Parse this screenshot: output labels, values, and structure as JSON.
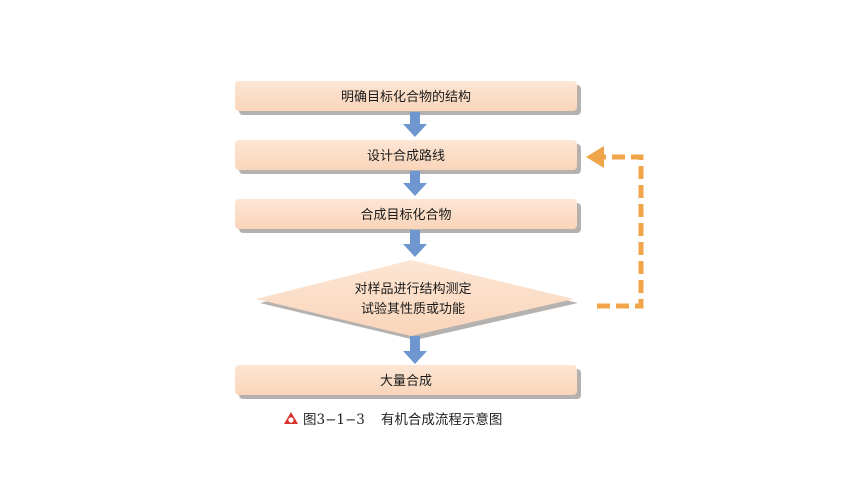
{
  "flowchart": {
    "steps": [
      "明确目标化合物的结构",
      "设计合成路线",
      "合成目标化合物"
    ],
    "decision": {
      "line1": "对样品进行结构测定",
      "line2": "试验其性质或功能"
    },
    "final_step": "大量合成"
  },
  "caption": {
    "figure_number": "图3−1−3",
    "title": "有机合成流程示意图"
  },
  "colors": {
    "box_fill": "#fbdcc4",
    "box_shadow": "#b5b1ae",
    "arrow": "#6f96cf",
    "feedback_arrow": "#f1a54a",
    "caption_icon": "#d8322d"
  }
}
